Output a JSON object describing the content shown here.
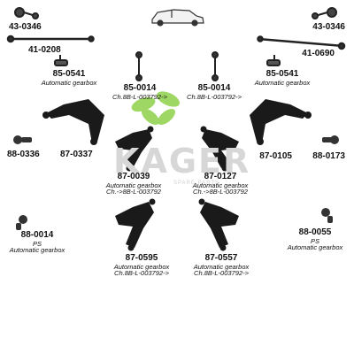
{
  "watermark": {
    "text": "KAGER",
    "subtext": "SPARE PARTS",
    "leaf_color": "#8ed14a"
  },
  "parts": [
    {
      "code": "43-0346",
      "notes": []
    },
    {
      "code": "43-0346",
      "notes": []
    },
    {
      "code": "41-0208",
      "notes": []
    },
    {
      "code": "41-0690",
      "notes": []
    },
    {
      "code": "85-0541",
      "notes": [
        "Automatic gearbox"
      ]
    },
    {
      "code": "85-0541",
      "notes": [
        "Automatic gearbox"
      ]
    },
    {
      "code": "85-0014",
      "notes": [
        "Ch.8B-L-003792->"
      ]
    },
    {
      "code": "85-0014",
      "notes": [
        "Ch.8B-L-003792->"
      ]
    },
    {
      "code": "87-0337",
      "notes": []
    },
    {
      "code": "87-0105",
      "notes": []
    },
    {
      "code": "88-0336",
      "notes": []
    },
    {
      "code": "88-0173",
      "notes": []
    },
    {
      "code": "87-0039",
      "notes": [
        "Automatic gearbox",
        "Ch.->8B-L-003792"
      ]
    },
    {
      "code": "87-0127",
      "notes": [
        "Automatic gearbox",
        "Ch.->8B-L-003792"
      ]
    },
    {
      "code": "88-0014",
      "notes": [
        "PS",
        "Automatic gearbox"
      ]
    },
    {
      "code": "88-0055",
      "notes": [
        "PS",
        "Automatic gearbox"
      ]
    },
    {
      "code": "87-0595",
      "notes": [
        "Automatic gearbox",
        "Ch.8B-L-003792->"
      ]
    },
    {
      "code": "87-0557",
      "notes": [
        "Automatic gearbox",
        "Ch.8B-L-003792->"
      ]
    }
  ]
}
